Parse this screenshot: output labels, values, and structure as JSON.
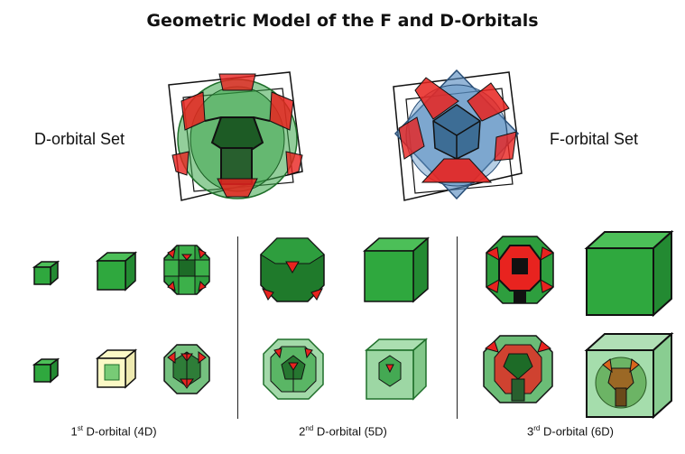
{
  "title": "Geometric Model of the F and D-Orbitals",
  "sets": {
    "d_label": "D-orbital Set",
    "f_label": "F-orbital Set"
  },
  "sections": [
    {
      "ordinal": "1",
      "suffix": "st",
      "label": " D-orbital (4D)"
    },
    {
      "ordinal": "2",
      "suffix": "nd",
      "label": " D-orbital (5D)"
    },
    {
      "ordinal": "3",
      "suffix": "rd",
      "label": " D-orbital (6D)"
    }
  ],
  "colors": {
    "green": "#2e9e3e",
    "green_dark": "#1f6f2a",
    "red": "#e8231f",
    "blue": "#6a9cc9",
    "yellow": "#fbf9c6",
    "black": "#111111"
  }
}
